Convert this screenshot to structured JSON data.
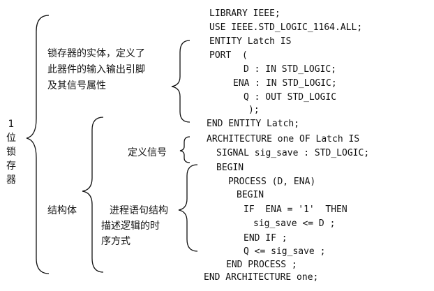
{
  "title_chars": [
    "1",
    "位",
    "锁",
    "存",
    "器"
  ],
  "annotations": {
    "entity_desc": [
      "锁存器的实体，定义了",
      "此器件的输入输出引脚",
      "及其信号属性"
    ],
    "signal_def": "定义信号",
    "structure_body": "结构体",
    "process_desc": [
      "进程语句结构",
      "描述逻辑的时",
      "序方式"
    ]
  },
  "code_lines": [
    "LIBRARY IEEE;",
    "USE IEEE.STD_LOGIC_1164.ALL;",
    "ENTITY Latch IS",
    "PORT  (",
    "D : IN STD_LOGIC;",
    "ENA : IN STD_LOGIC;",
    "Q : OUT STD_LOGIC",
    ");",
    "END ENTITY Latch;",
    "ARCHITECTURE one OF Latch IS",
    "SIGNAL sig_save : STD_LOGIC;",
    "BEGIN",
    "PROCESS (D, ENA)",
    "BEGIN",
    "IF  ENA = '1'  THEN",
    "sig_save <= D ;",
    "END IF ;",
    "Q <= sig_save ;",
    "END PROCESS ;",
    "END ARCHITECTURE one;"
  ]
}
